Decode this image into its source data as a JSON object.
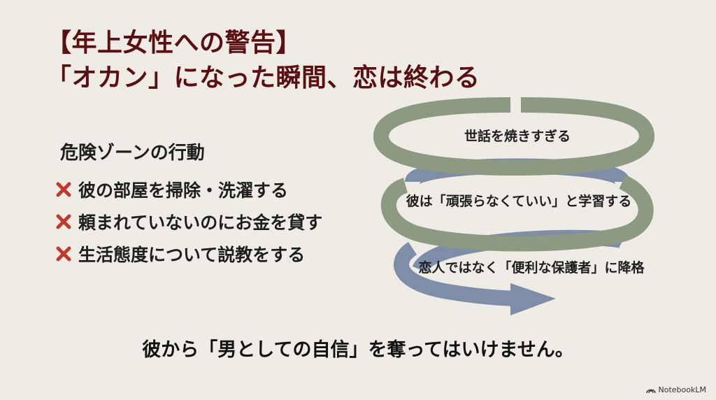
{
  "title": {
    "line1": "【年上女性への警告】",
    "line2": "「オカン」になった瞬間、恋は終わる"
  },
  "danger_zone": {
    "heading": "危険ゾーンの行動",
    "items": [
      "彼の部屋を掃除・洗濯する",
      "頼まれていないのにお金を貸す",
      "生活態度について説教をする"
    ]
  },
  "spiral": {
    "steps": [
      "世話を焼きすぎる",
      "彼は「頑張らなくていい」と学習する",
      "恋人ではなく「便利な保護者」に降格"
    ],
    "colors": {
      "green": "#8b9a80",
      "blue": "#7e8ea8"
    }
  },
  "bottom_message": "彼から「男としての自信」を奪ってはいけません。",
  "brand": {
    "name": "NotebookLM"
  },
  "colors": {
    "background": "#eeece4",
    "title": "#5a0f12",
    "cross": "#c0392b"
  },
  "icons": {
    "cross": "cross-mark-icon",
    "brand": "notebooklm-logo-icon"
  }
}
